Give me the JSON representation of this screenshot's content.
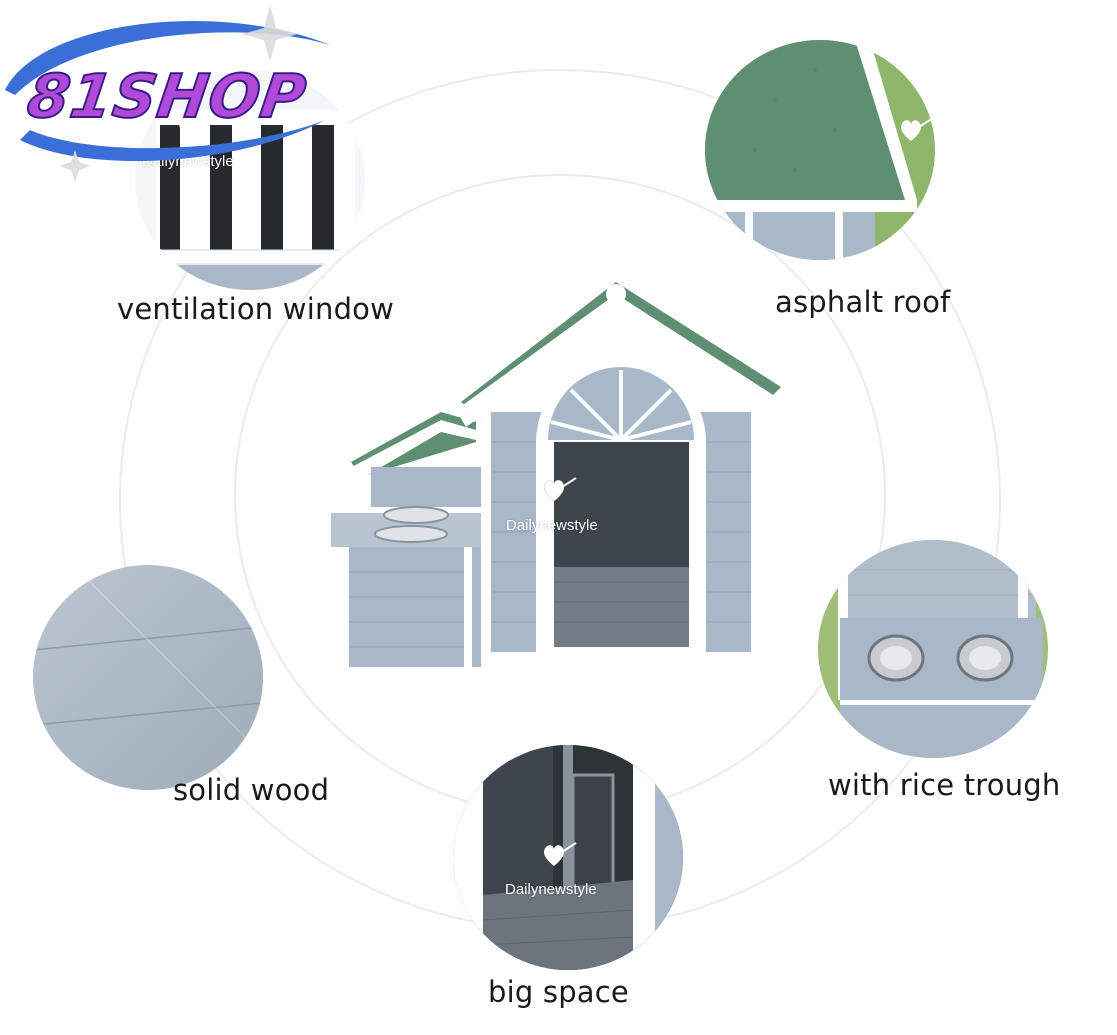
{
  "brand": {
    "logo_text": "81SHOP",
    "logo_color": "#b04ad8",
    "logo_outline": "#3a1a88",
    "swoosh_color": "#3a6fd8"
  },
  "watermark_text": "Dailynewstyle",
  "product": {
    "palette": {
      "siding": "#a9b8c9",
      "trim": "#ffffff",
      "roof": "#5f8f72",
      "interior": "#3f454c"
    }
  },
  "features": [
    {
      "label": "ventilation window"
    },
    {
      "label": "asphalt roof"
    },
    {
      "label": "solid wood"
    },
    {
      "label": "with rice trough"
    },
    {
      "label": "big space"
    }
  ]
}
